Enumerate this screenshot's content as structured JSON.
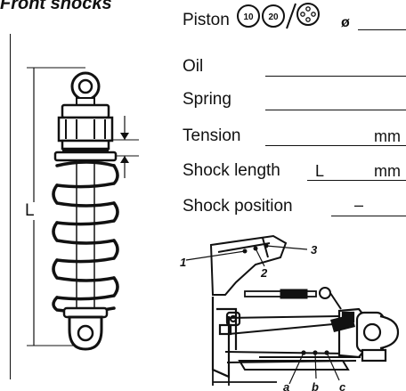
{
  "title": "Front shocks",
  "fields": {
    "piston": {
      "label": "Piston",
      "unit": "ø",
      "icon_labels": [
        "10",
        "20"
      ]
    },
    "oil": {
      "label": "Oil"
    },
    "spring": {
      "label": "Spring"
    },
    "tension": {
      "label": "Tension",
      "unit": "mm"
    },
    "shock_length": {
      "label": "Shock length",
      "prefix": "L",
      "unit": "mm"
    },
    "shock_position": {
      "label": "Shock position",
      "value": "–"
    }
  },
  "shock_diagram": {
    "length_label": "L"
  },
  "position_diagram": {
    "upper_positions": [
      "1",
      "2",
      "3"
    ],
    "lower_positions": [
      "a",
      "b",
      "c"
    ]
  }
}
